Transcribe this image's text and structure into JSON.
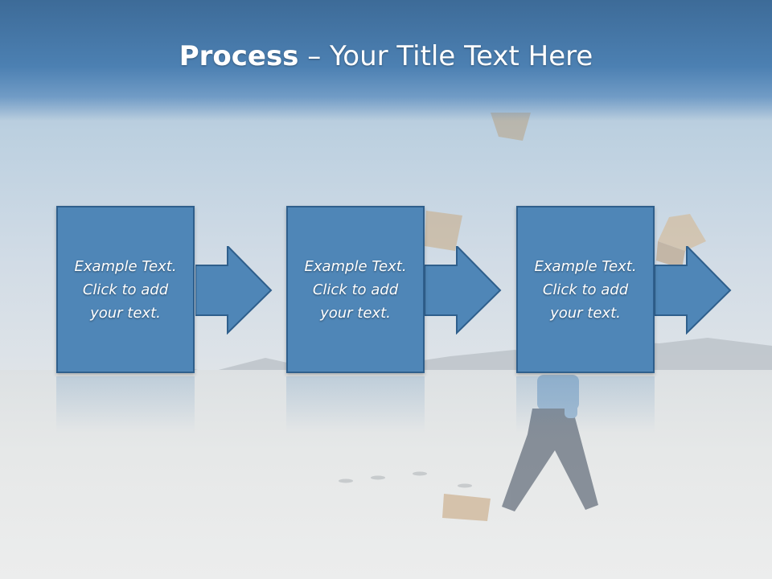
{
  "slide": {
    "title_strong": "Process",
    "title_rest": " – Your Title Text Here"
  },
  "steps": [
    {
      "line1": "Example Text.",
      "line2": "Click  to add",
      "line3": "your text."
    },
    {
      "line1": "Example Text.",
      "line2": "Click  to add",
      "line3": "your text."
    },
    {
      "line1": "Example Text.",
      "line2": "Click  to add",
      "line3": "your text."
    }
  ],
  "colors": {
    "header": "#4c80b2",
    "box_fill": "#4f86b7",
    "box_border": "#2f5f8c",
    "text": "#ffffff"
  },
  "icons": [
    "arrow-right-icon"
  ]
}
